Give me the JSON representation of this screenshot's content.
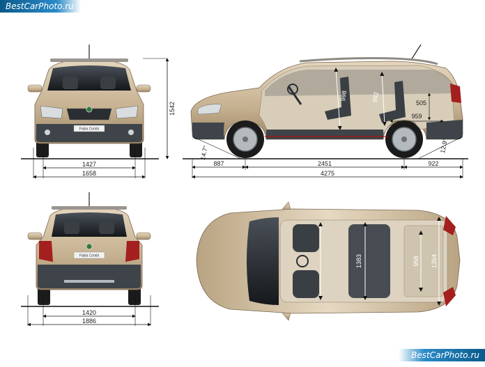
{
  "watermark_top": "BestCarPhoto.ru",
  "watermark_bottom": "BestCarPhoto.ru",
  "badge": "Fabia Combi",
  "front_view": {
    "track_front": "1427",
    "overall_width": "1658",
    "height": "1542"
  },
  "rear_view": {
    "track_rear": "1420",
    "width_mirrors": "1886"
  },
  "side_view": {
    "front_overhang": "887",
    "wheelbase": "2451",
    "rear_overhang": "922",
    "length": "4275",
    "approach_angle": "14.7°",
    "departure_angle": "12.9°",
    "front_headroom": "998",
    "rear_headroom": "992",
    "cargo_height": "505",
    "cargo_length": "959"
  },
  "top_view": {
    "width_front": "1383",
    "width_rear": "958",
    "width_cargo": "1364"
  },
  "colors": {
    "body": "#c8b596",
    "cladding": "#3e4449",
    "glass": "#1f2328",
    "tire": "#1b1b1b",
    "dim_line": "#111111"
  }
}
